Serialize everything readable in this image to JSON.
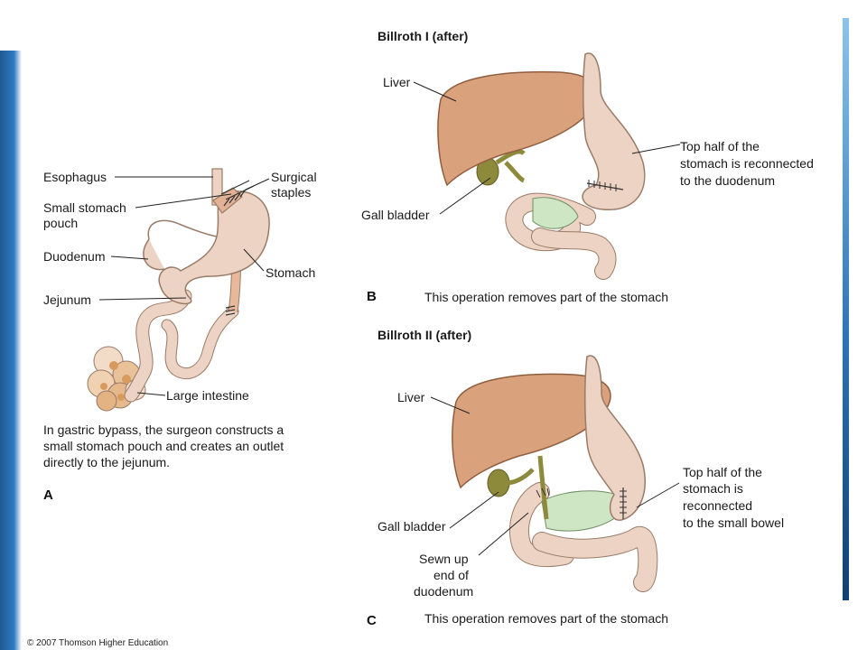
{
  "panel_a": {
    "letter": "A",
    "labels": {
      "esophagus": "Esophagus",
      "small_pouch_1": "Small stomach",
      "small_pouch_2": "pouch",
      "duodenum": "Duodenum",
      "jejunum": "Jejunum",
      "staples_1": "Surgical",
      "staples_2": "staples",
      "stomach": "Stomach",
      "large_intestine": "Large intestine"
    },
    "caption": [
      "In gastric bypass, the surgeon constructs a",
      "small stomach pouch and creates an outlet",
      "directly to the jejunum."
    ]
  },
  "panel_b": {
    "title": "Billroth I (after)",
    "letter": "B",
    "labels": {
      "liver": "Liver",
      "gall_bladder": "Gall bladder",
      "note": [
        "Top half of the",
        "stomach is reconnected",
        "to the duodenum"
      ]
    },
    "caption": "This operation removes part of the stomach"
  },
  "panel_c": {
    "title": "Billroth II (after)",
    "letter": "C",
    "labels": {
      "liver": "Liver",
      "gall_bladder": "Gall bladder",
      "sewn": [
        "Sewn up",
        "end of",
        "duodenum"
      ],
      "note": [
        "Top half of the",
        "stomach is",
        "reconnected",
        "to the small bowel"
      ]
    },
    "caption": "This operation removes part of the stomach"
  },
  "footer": {
    "copyright": "© 2007 Thomson Higher Education"
  },
  "colors": {
    "liver": "#d9a27d",
    "stomach": "#ecd3c4",
    "gall_bladder": "#8d8a3c",
    "pancreas": "#cfe6c4",
    "intestine_spots": "#e0b27e",
    "frame_blue": "#2f7bc1"
  }
}
